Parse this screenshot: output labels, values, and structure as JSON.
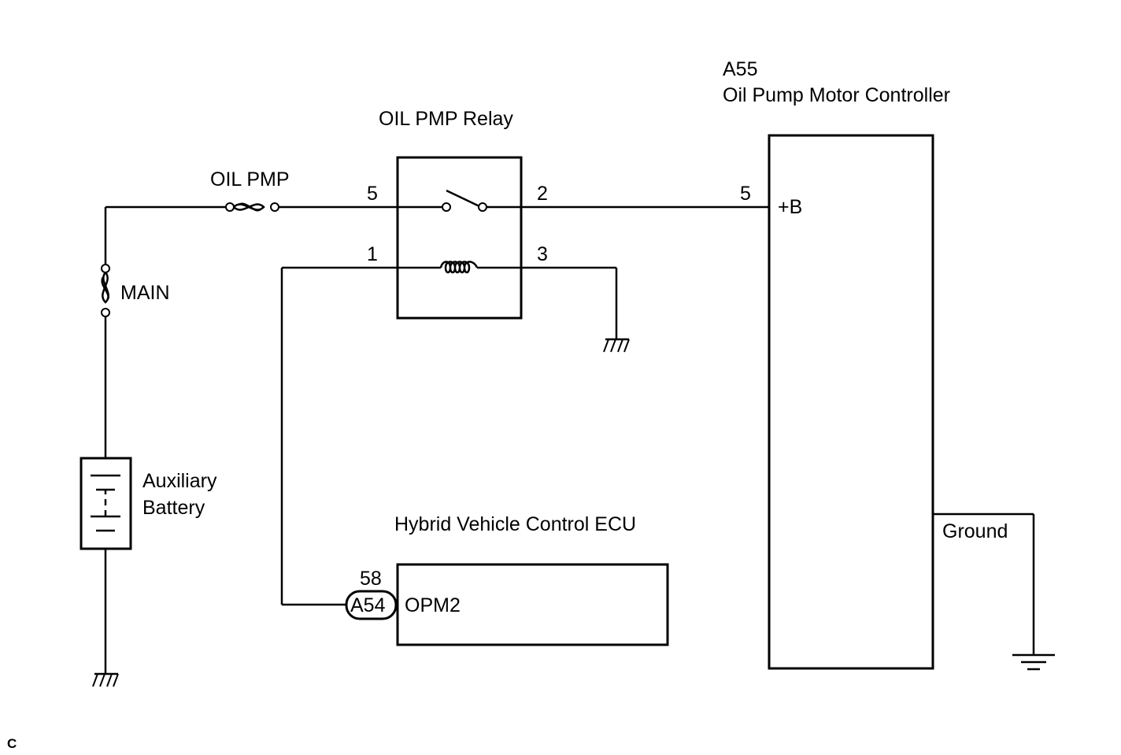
{
  "components": {
    "controller": {
      "code": "A55",
      "name": "Oil Pump Motor Controller",
      "pin_b": "5",
      "pin_b_label": "+B",
      "ground_label": "Ground"
    },
    "relay": {
      "name": "OIL PMP Relay",
      "pin_in": "5",
      "pin_out": "2",
      "coil_in": "1",
      "coil_out": "3"
    },
    "fuse_oil": {
      "label": "OIL PMP"
    },
    "fuse_main": {
      "label": "MAIN"
    },
    "battery": {
      "label_line1": "Auxiliary",
      "label_line2": "Battery"
    },
    "ecu": {
      "name": "Hybrid Vehicle Control ECU",
      "pin": "58",
      "connector": "A54",
      "signal": "OPM2"
    }
  },
  "corner_mark": "C",
  "colors": {
    "line": "#000000",
    "background": "#ffffff"
  }
}
